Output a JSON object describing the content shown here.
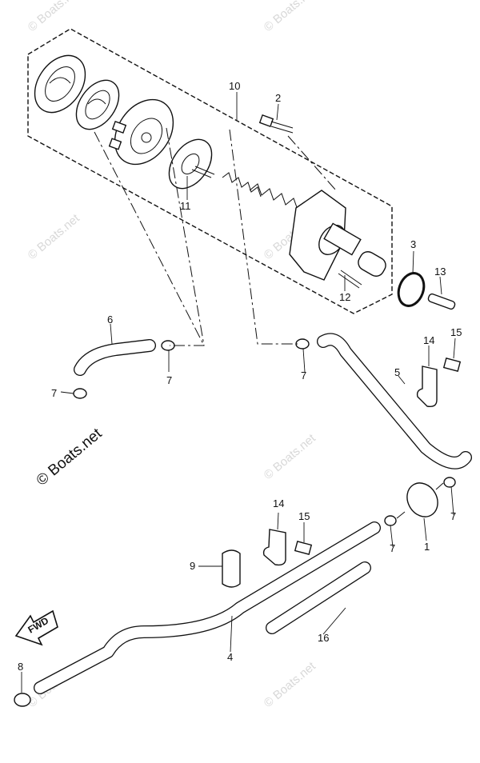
{
  "watermark": "© Boats.net",
  "copyright": "© Boats.net",
  "arrow_label": "FWD",
  "callouts": [
    {
      "id": "c1",
      "text": "1"
    },
    {
      "id": "c2",
      "text": "2"
    },
    {
      "id": "c3",
      "text": "3"
    },
    {
      "id": "c4",
      "text": "4"
    },
    {
      "id": "c5",
      "text": "5"
    },
    {
      "id": "c6",
      "text": "6"
    },
    {
      "id": "c7a",
      "text": "7"
    },
    {
      "id": "c7b",
      "text": "7"
    },
    {
      "id": "c7c",
      "text": "7"
    },
    {
      "id": "c7d",
      "text": "7"
    },
    {
      "id": "c7e",
      "text": "7"
    },
    {
      "id": "c8",
      "text": "8"
    },
    {
      "id": "c9",
      "text": "9"
    },
    {
      "id": "c10",
      "text": "10"
    },
    {
      "id": "c11",
      "text": "11"
    },
    {
      "id": "c12",
      "text": "12"
    },
    {
      "id": "c13",
      "text": "13"
    },
    {
      "id": "c14a",
      "text": "14"
    },
    {
      "id": "c14b",
      "text": "14"
    },
    {
      "id": "c15a",
      "text": "15"
    },
    {
      "id": "c15b",
      "text": "15"
    },
    {
      "id": "c16",
      "text": "16"
    }
  ]
}
